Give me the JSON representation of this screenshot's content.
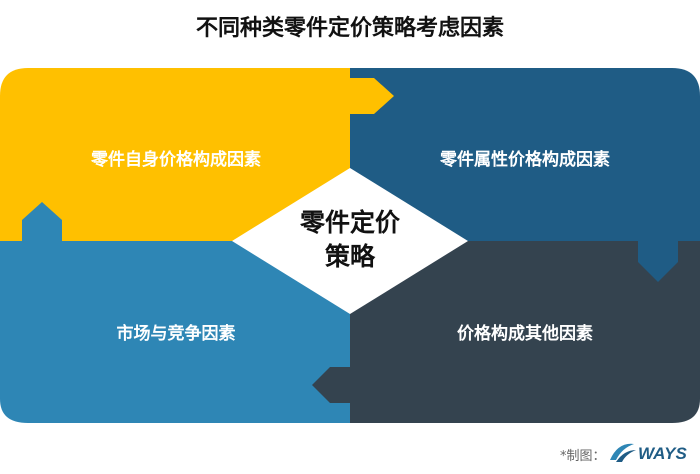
{
  "title": "不同种类零件定价策略考虑因素",
  "center": {
    "line1": "零件定价",
    "line2": "策略"
  },
  "quadrants": [
    {
      "label": "零件自身价格构成因素",
      "color": "#FFC000"
    },
    {
      "label": "零件属性价格构成因素",
      "color": "#1F5C85"
    },
    {
      "label": "市场与竞争因素",
      "color": "#2E86B5"
    },
    {
      "label": "价格构成其他因素",
      "color": "#34434F"
    }
  ],
  "credit": {
    "prefix": "*制图：",
    "brand": "WAYS"
  }
}
